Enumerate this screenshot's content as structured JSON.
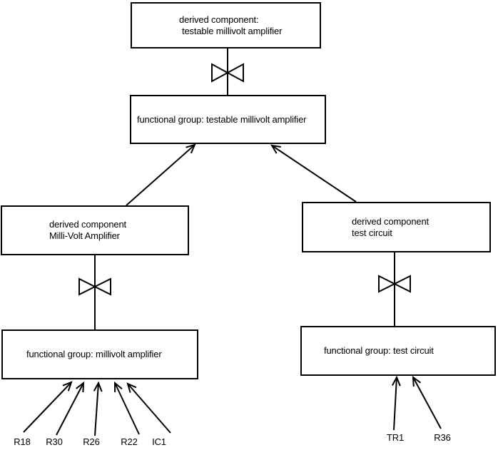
{
  "diagram": {
    "colors": {
      "background": "#ffffff",
      "stroke": "#000000",
      "text": "#000000"
    },
    "icons": {
      "connector": "bowtie"
    },
    "boxes": [
      {
        "id": "top-derived",
        "line1": "derived component:",
        "line2": "testable millivolt amplifier"
      },
      {
        "id": "fg-testable",
        "line1": "functional group: testable millivolt amplifier"
      },
      {
        "id": "derived-mv",
        "line1": "derived component",
        "line2": "Milli-Volt Amplifier"
      },
      {
        "id": "fg-mv",
        "line1": "functional group: millivolt amplifier"
      },
      {
        "id": "derived-tc",
        "line1": "derived component",
        "line2": "test circuit"
      },
      {
        "id": "fg-tc",
        "line1": "functional group: test circuit"
      }
    ],
    "leaf_labels": {
      "left": [
        "R18",
        "R30",
        "R26",
        "R22",
        "IC1"
      ],
      "right": [
        "TR1",
        "R36"
      ]
    },
    "edges": [
      {
        "from": "top-derived",
        "to": "fg-testable",
        "style": "bowtie-link"
      },
      {
        "from": "derived-mv",
        "to": "fg-testable",
        "style": "open-arrow"
      },
      {
        "from": "derived-tc",
        "to": "fg-testable",
        "style": "open-arrow"
      },
      {
        "from": "derived-mv",
        "to": "fg-mv",
        "style": "bowtie-link"
      },
      {
        "from": "derived-tc",
        "to": "fg-tc",
        "style": "bowtie-link"
      },
      {
        "from": "R18",
        "to": "fg-mv",
        "style": "open-arrow"
      },
      {
        "from": "R30",
        "to": "fg-mv",
        "style": "open-arrow"
      },
      {
        "from": "R26",
        "to": "fg-mv",
        "style": "open-arrow"
      },
      {
        "from": "R22",
        "to": "fg-mv",
        "style": "open-arrow"
      },
      {
        "from": "IC1",
        "to": "fg-mv",
        "style": "open-arrow"
      },
      {
        "from": "TR1",
        "to": "fg-tc",
        "style": "open-arrow"
      },
      {
        "from": "R36",
        "to": "fg-tc",
        "style": "open-arrow"
      }
    ]
  }
}
